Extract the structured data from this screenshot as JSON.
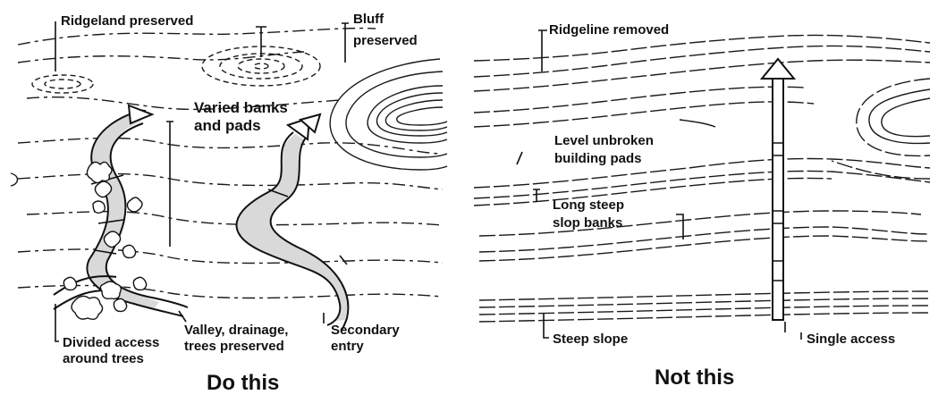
{
  "left_panel": {
    "caption": "Do this",
    "labels": {
      "ridgeland": "Ridgeland preserved",
      "bluff_line1": "Bluff",
      "bluff_line2": "preserved",
      "varied_line1": "Varied banks",
      "varied_line2": "and pads",
      "valley_line1": "Valley, drainage,",
      "valley_line2": "trees preserved",
      "secondary_line1": "Secondary",
      "secondary_line2": "entry",
      "divided_line1": "Divided access",
      "divided_line2": "around trees"
    }
  },
  "right_panel": {
    "caption": "Not this",
    "labels": {
      "ridgeline": "Ridgeline removed",
      "level_line1": "Level unbroken",
      "level_line2": "building pads",
      "long_line1": "Long steep",
      "long_line2": "slop banks",
      "steep": "Steep slope",
      "single": "Single access"
    }
  },
  "colors": {
    "ink": "#111111",
    "background": "#ffffff"
  }
}
